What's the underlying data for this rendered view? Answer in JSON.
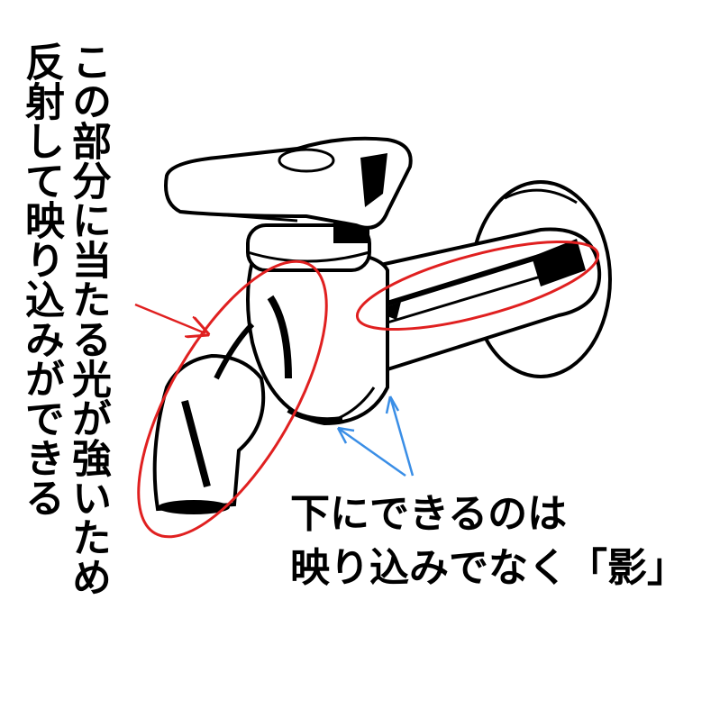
{
  "annotations": {
    "reflection_note": {
      "line1": "この部分に当たる光が強いため",
      "line2": "反射して映り込みができる",
      "color": "#e02020"
    },
    "shadow_note": {
      "line1": "下にできるのは",
      "line2": "映り込みでなく「影」",
      "color": "#3a8ee6"
    }
  },
  "illustration": {
    "subject": "water-faucet",
    "line_color": "#000000",
    "background": "#ffffff"
  }
}
